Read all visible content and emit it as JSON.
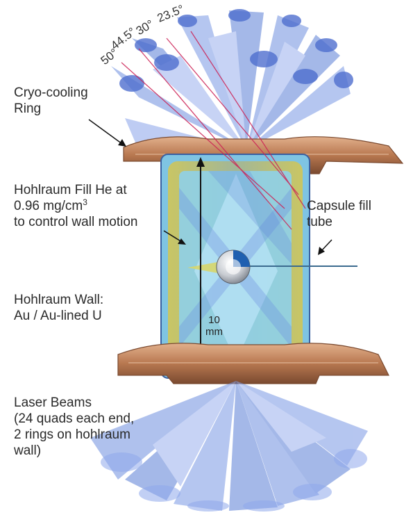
{
  "labels": {
    "cryo_line1": "Cryo-cooling",
    "cryo_line2": "Ring",
    "fill_line1": "Hohlraum Fill He at",
    "fill_line2_value": "0.96 mg/cm",
    "fill_line2_exp": "3",
    "fill_line3": "to control wall motion",
    "wall_line1": "Hohlraum Wall:",
    "wall_line2": "Au / Au-lined U",
    "capsule_line1": "Capsule fill",
    "capsule_line2": "tube",
    "laser_line1": "Laser Beams",
    "laser_line2": "(24 quads each end,",
    "laser_line3": "2 rings on hohlraum",
    "laser_line4": "wall)",
    "dimension_value": "10",
    "dimension_unit": "mm"
  },
  "angles": [
    "50°",
    "44.5°",
    "30°",
    "23.5°"
  ],
  "colors": {
    "beam": "#5a7fd6",
    "beam_light": "#a9c0ef",
    "ring": "#b87850",
    "ring_dark": "#7a4a30",
    "hohlraum_gold": "#c9b84a",
    "hohlraum_inner": "#8fd0e8",
    "capsule": "#1f5fb0",
    "ray": "#cc2255"
  }
}
